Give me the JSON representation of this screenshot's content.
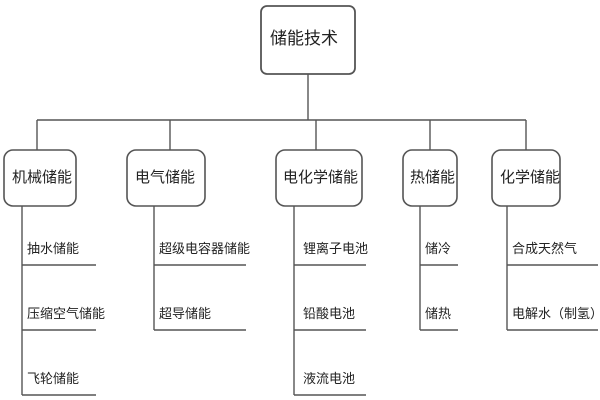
{
  "root": {
    "label": "储能技术"
  },
  "categories": [
    {
      "label": "机械储能",
      "items": [
        "抽水储能",
        "压缩空气储能",
        "飞轮储能"
      ]
    },
    {
      "label": "电气储能",
      "items": [
        "超级电容器储能",
        "超导储能"
      ]
    },
    {
      "label": "电化学储能",
      "items": [
        "锂离子电池",
        "铅酸电池",
        "液流电池"
      ]
    },
    {
      "label": "热储能",
      "items": [
        "储冷",
        "储热"
      ]
    },
    {
      "label": "化学储能",
      "items": [
        "合成天然气",
        "电解水（制氢）"
      ]
    }
  ],
  "colors": {
    "stroke": "#555555",
    "text": "#222222",
    "background": "#ffffff"
  }
}
